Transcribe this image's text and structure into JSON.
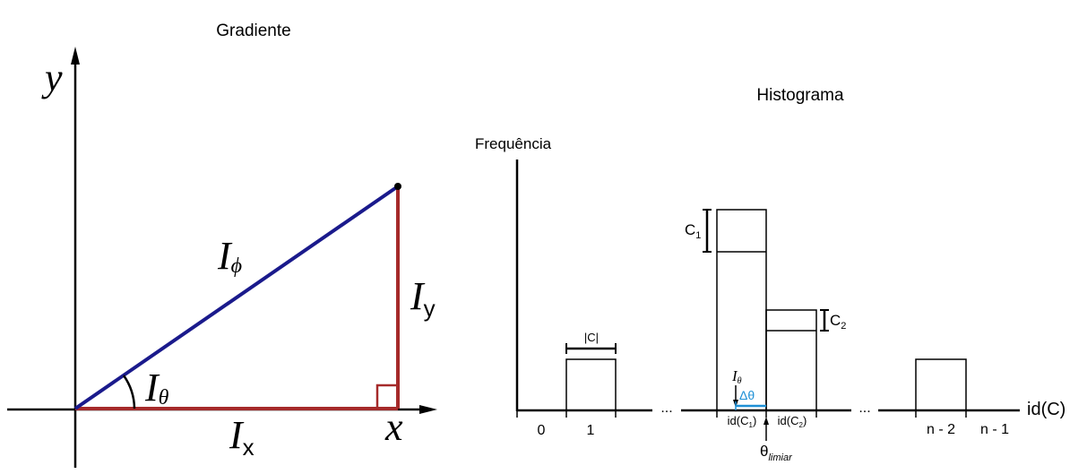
{
  "gradient": {
    "title": "Gradiente",
    "axis_y": "y",
    "axis_x": "x",
    "hyp": {
      "base": "I",
      "sub": "ϕ"
    },
    "vert": {
      "base": "I",
      "sub": "y"
    },
    "horiz": {
      "base": "I",
      "sub": "x"
    },
    "angle": {
      "base": "I",
      "sub": "θ"
    },
    "colors": {
      "hypotenuse": "#1a1a8c",
      "legs": "#a52a2a",
      "axes": "#000000"
    }
  },
  "histogram": {
    "title": "Histograma",
    "ylabel": "Frequência",
    "xlabel": "id(C)",
    "width_label": "|C|",
    "c1": {
      "base": "C",
      "sub": "1"
    },
    "c2": {
      "base": "C",
      "sub": "2"
    },
    "ticks": {
      "t0": "0",
      "t1": "1",
      "tn2": "n - 2",
      "tn1": "n - 1",
      "idc1": {
        "base": "id(C",
        "sub": "1",
        "end": ")"
      },
      "idc2": {
        "base": "id(C",
        "sub": "2",
        "end": ")"
      }
    },
    "ellipsis": "...",
    "itheta": {
      "base": "I",
      "sub": "θ"
    },
    "delta": "Δθ",
    "threshold": {
      "base": "θ",
      "sub": "limiar"
    },
    "colors": {
      "delta": "#1e90d6",
      "bars": "#000000"
    }
  }
}
